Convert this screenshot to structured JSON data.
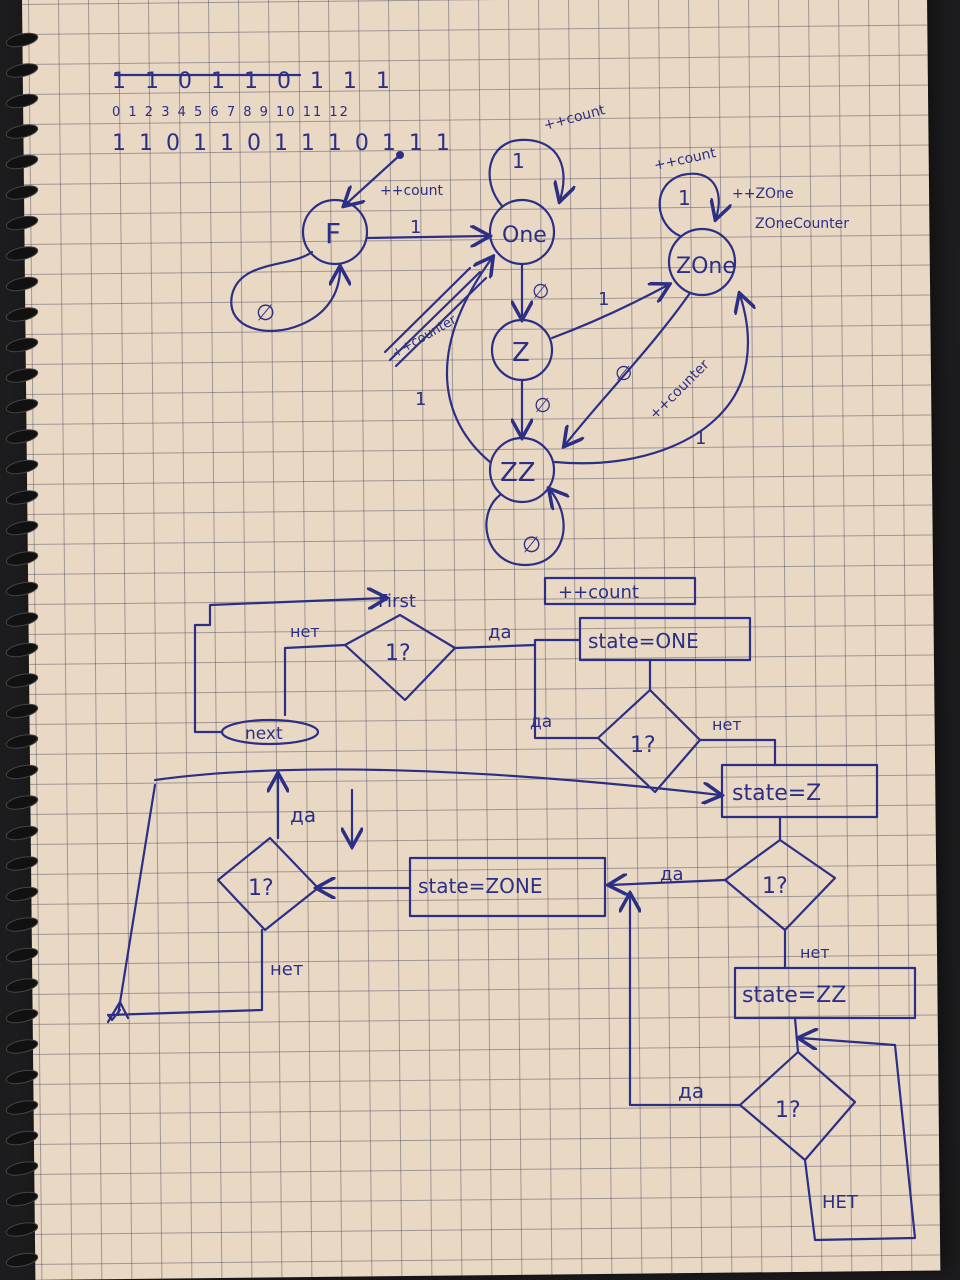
{
  "sequence": {
    "bits_row": "1 1 0 1 1 0 1 1 1",
    "index_row": "0 1 2 3 4 5 6 7 8 9 10 11 12",
    "second_row": "1 1 0 1 1 0 1 1 1 0 1 1 1"
  },
  "state_machine": {
    "states": {
      "f": "F",
      "one": "One",
      "z": "Z",
      "zone": "ZOne",
      "zz": "ZZ"
    },
    "labels": {
      "count_on_f": "++count",
      "count_on_one": "++count",
      "count_on_zone": "++count",
      "inc_zone": "++ZOne",
      "zone_counter": "ZOneCounter",
      "struck_counter": "++counter",
      "counter_zz": "++counter",
      "loop_one": "1",
      "loop_zone": "1",
      "f_to_one": "1",
      "loop_f": "∅",
      "one_to_z": "∅",
      "z_to_zone": "1",
      "z_to_zz": "∅",
      "zone_to_zz": "∅",
      "zz_to_zone": "1",
      "zz_to_one": "1",
      "loop_zz": "∅"
    }
  },
  "flowchart": {
    "first_label": "First",
    "next_label": "next",
    "count_box": "++count",
    "state_one": "state=ONE",
    "state_z": "state=Z",
    "state_zone": "state=ZONE",
    "state_zz": "state=ZZ",
    "decision": "1?",
    "yes": "да",
    "no": "нет",
    "no_caps": "НЕТ"
  },
  "colors": {
    "ink": "#2c2f86",
    "paper": "#e9d8c4",
    "grid": "#7a7a8c",
    "background": "#1c1c1e"
  }
}
